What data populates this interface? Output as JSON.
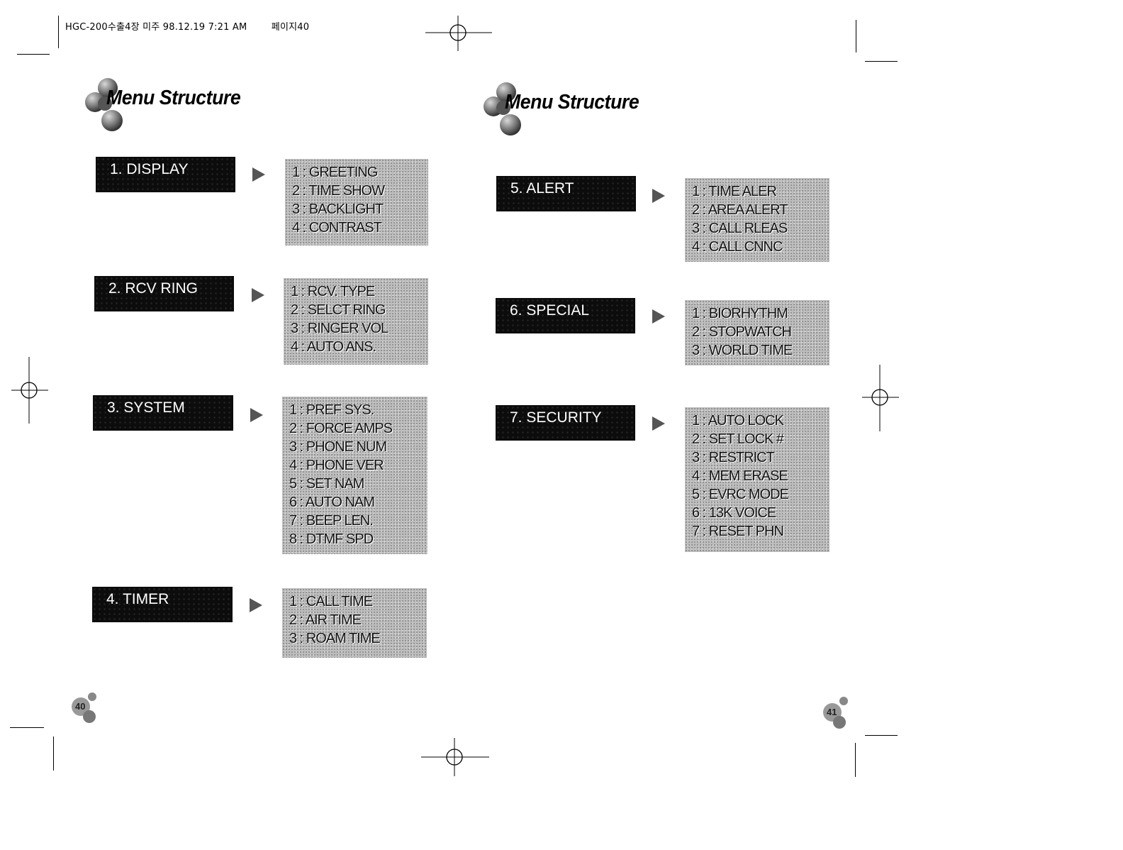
{
  "header": {
    "file_info": "HGC-200수출4장 미주 98.12.19 7:21 AM",
    "page_code": "페이지40"
  },
  "left_page": {
    "title": "Menu Structure",
    "page_number": "40",
    "menus": [
      {
        "label": "1. DISPLAY",
        "items": [
          "1 : GREETING",
          "2 : TIME SHOW",
          "3 : BACKLIGHT",
          "4 : CONTRAST"
        ]
      },
      {
        "label": "2. RCV RING",
        "items": [
          "1 : RCV. TYPE",
          "2 : SELCT RING",
          "3 : RINGER VOL",
          "4 : AUTO ANS."
        ]
      },
      {
        "label": "3. SYSTEM",
        "items": [
          "1 : PREF SYS.",
          "2 : FORCE AMPS",
          "3 : PHONE NUM",
          "4 : PHONE VER",
          "5 : SET NAM",
          "6 : AUTO NAM",
          "7 : BEEP LEN.",
          "8 : DTMF SPD"
        ]
      },
      {
        "label": "4. TIMER",
        "items": [
          "1 : CALL TIME",
          "2 : AIR TIME",
          "3 : ROAM TIME"
        ]
      }
    ]
  },
  "right_page": {
    "title": "Menu Structure",
    "page_number": "41",
    "menus": [
      {
        "label": "5. ALERT",
        "items": [
          "1 : TIME ALER",
          "2 : AREA ALERT",
          "3 : CALL RLEAS",
          "4 : CALL CNNC"
        ]
      },
      {
        "label": "6. SPECIAL",
        "items": [
          "1 : BIORHYTHM",
          "2 : STOPWATCH",
          "3 : WORLD TIME"
        ]
      },
      {
        "label": "7. SECURITY",
        "items": [
          "1 : AUTO LOCK",
          "2 : SET LOCK #",
          "3 : RESTRICT",
          "4 : MEM ERASE",
          "5 : EVRC MODE",
          "6 : 13K VOICE",
          "7 : RESET PHN"
        ]
      }
    ]
  },
  "colors": {
    "menu_box": "#0c0c0c",
    "submenu_box": "#bdbdbd",
    "arrow": "#555555"
  },
  "icons": [
    "clover-ornament-icon",
    "play-arrow-icon",
    "registration-crosshair-icon"
  ]
}
